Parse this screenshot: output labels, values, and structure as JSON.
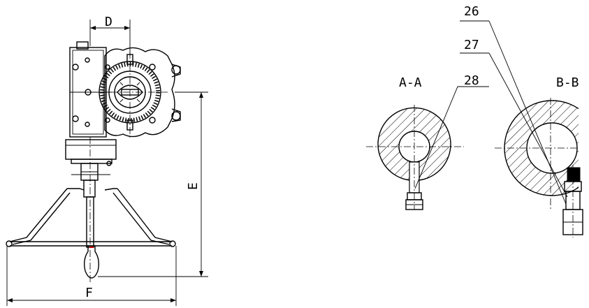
{
  "labels": {
    "dim_d": "D",
    "dim_e": "E",
    "dim_f": "F",
    "section_aa": "A-A",
    "section_bb": "B-B",
    "part_26": "26",
    "part_27": "27",
    "part_28": "28"
  }
}
